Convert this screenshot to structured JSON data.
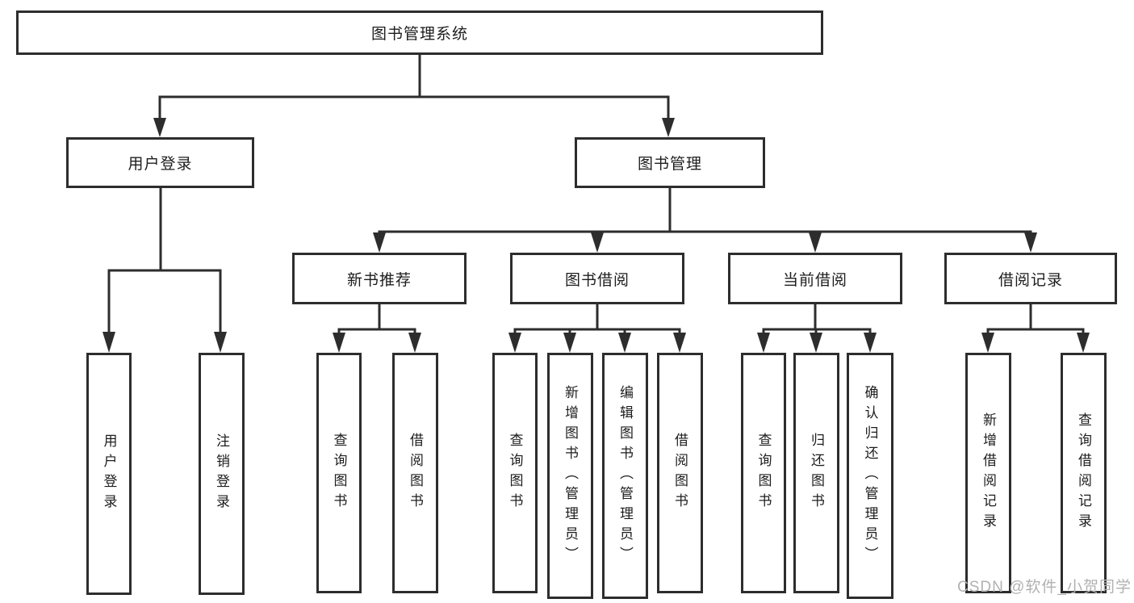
{
  "root": {
    "label": "图书管理系统"
  },
  "branches": [
    {
      "label": "用户登录",
      "children": [
        {
          "label": "用户登录"
        },
        {
          "label": "注销登录"
        }
      ]
    },
    {
      "label": "图书管理",
      "children": [
        {
          "label": "新书推荐",
          "children": [
            {
              "label": "查询图书"
            },
            {
              "label": "借阅图书"
            }
          ]
        },
        {
          "label": "图书借阅",
          "children": [
            {
              "label": "查询图书"
            },
            {
              "label": "新增图书（管理员）"
            },
            {
              "label": "编辑图书（管理员）"
            },
            {
              "label": "借阅图书"
            }
          ]
        },
        {
          "label": "当前借阅",
          "children": [
            {
              "label": "查询图书"
            },
            {
              "label": "归还图书"
            },
            {
              "label": "确认归还（管理员）"
            }
          ]
        },
        {
          "label": "借阅记录",
          "children": [
            {
              "label": "新增借阅记录"
            },
            {
              "label": "查询借阅记录"
            }
          ]
        }
      ]
    }
  ],
  "watermark": "CSDN @软件_小贺同学",
  "colors": {
    "line": "#2d2d2d",
    "box_border": "#2d2d2d",
    "text": "#1d1d1d",
    "watermark": "#b1b1b1",
    "background": "#ffffff"
  }
}
